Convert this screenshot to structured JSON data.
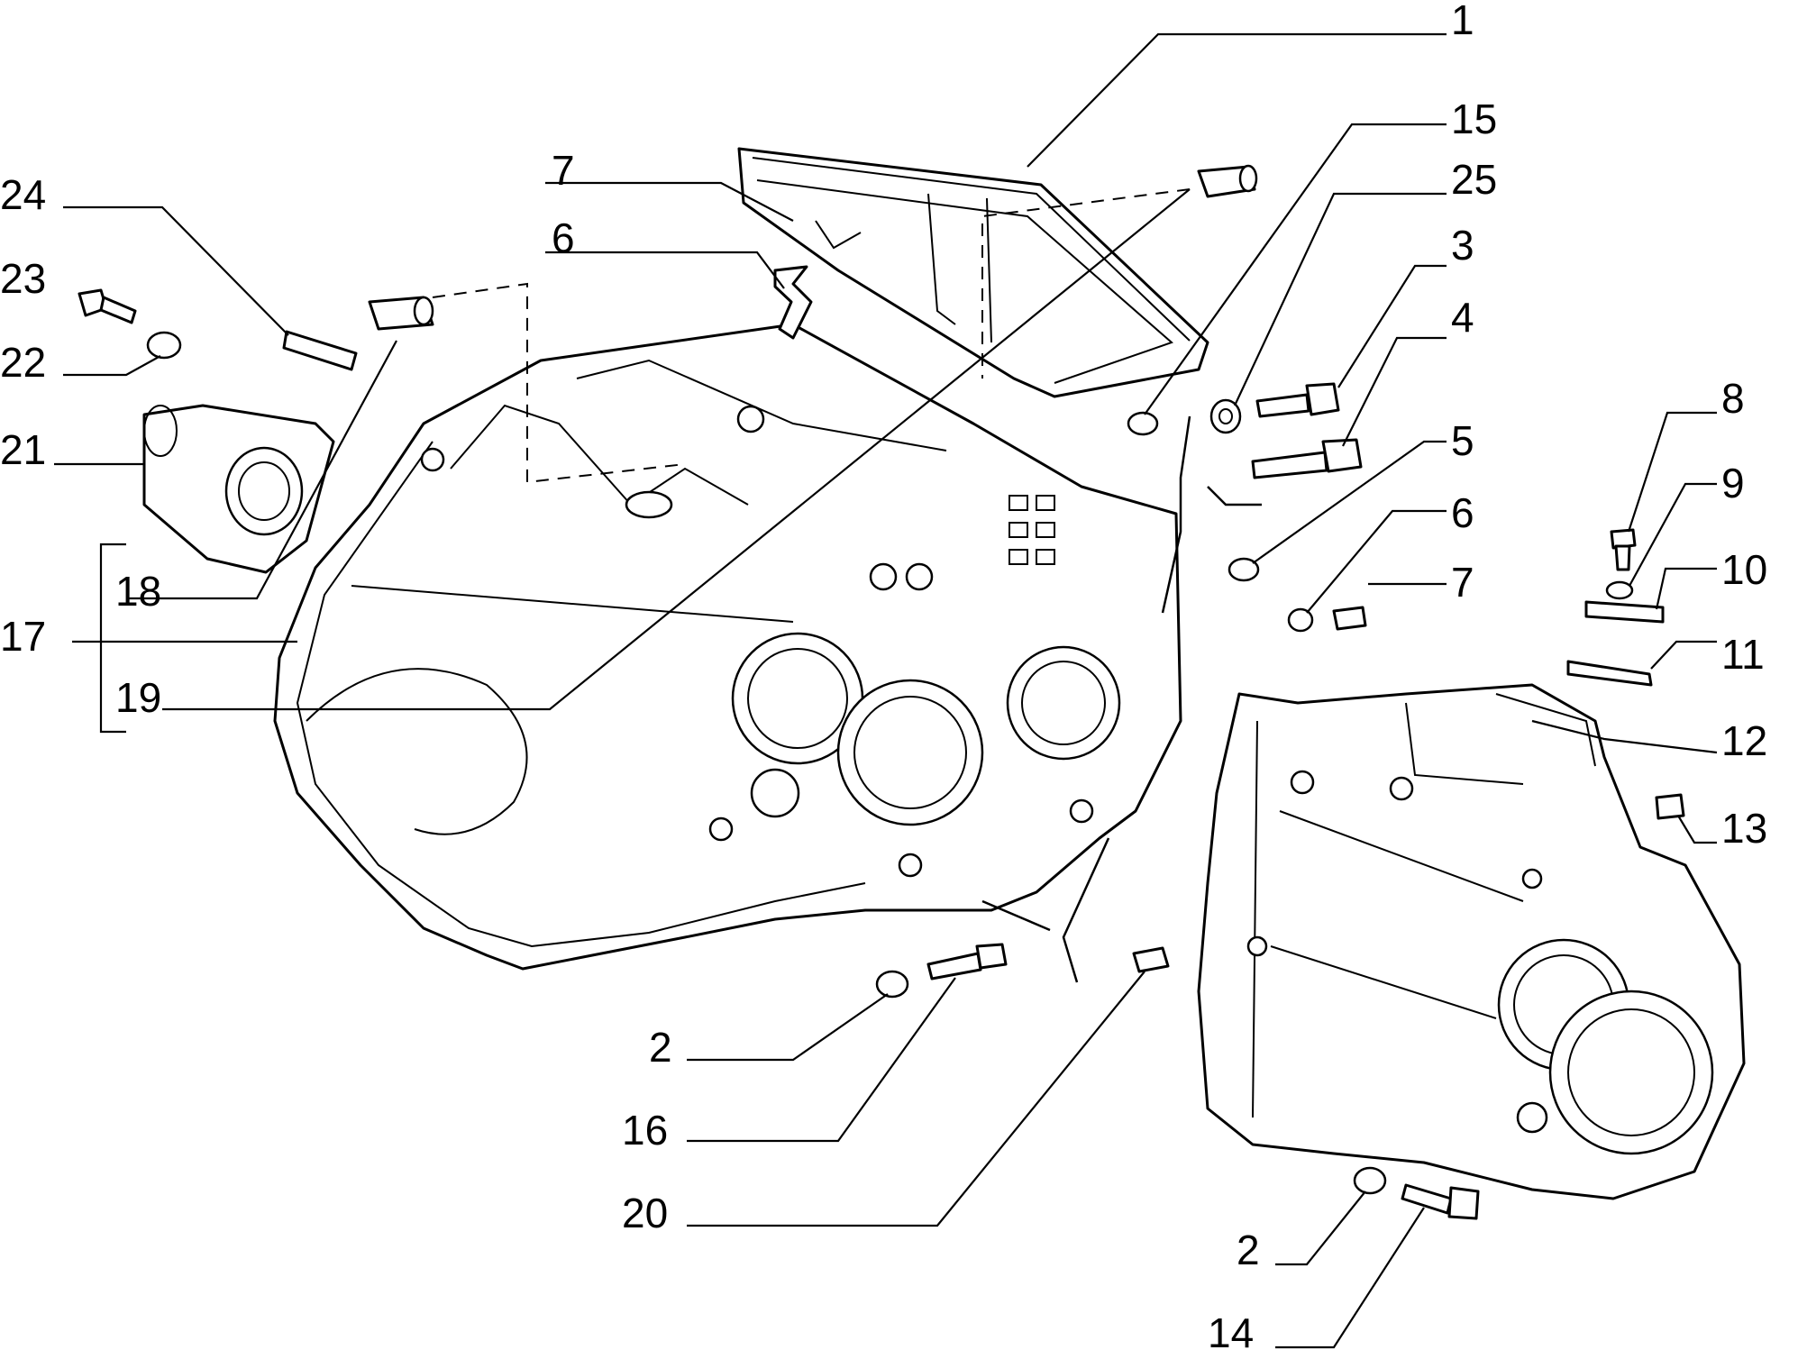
{
  "callouts": [
    "1",
    "15",
    "25",
    "3",
    "4",
    "5",
    "6",
    "7",
    "8",
    "9",
    "10",
    "11",
    "12",
    "13",
    "7",
    "6",
    "24",
    "23",
    "22",
    "21",
    "18",
    "17",
    "19",
    "2",
    "16",
    "20",
    "2",
    "14"
  ]
}
